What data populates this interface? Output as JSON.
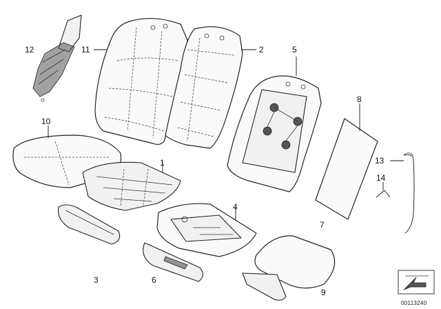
{
  "callouts": {
    "c1": "1",
    "c2": "2",
    "c3": "3",
    "c4": "4",
    "c5": "5",
    "c6": "6",
    "c7": "7",
    "c8": "8",
    "c9": "9",
    "c10": "10",
    "c11": "11",
    "c12": "12",
    "c13": "13",
    "c14": "14"
  },
  "drawing_code": "00113240"
}
